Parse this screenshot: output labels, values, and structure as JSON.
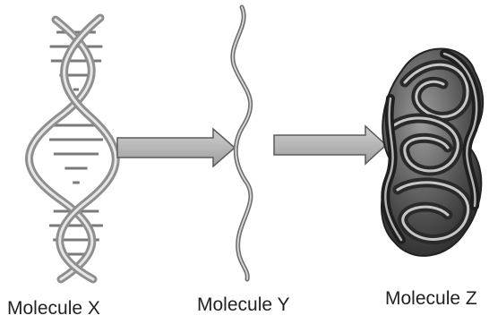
{
  "labels": {
    "molecule_x": "Molecule X",
    "molecule_y": "Molecule Y",
    "molecule_z": "Molecule Z"
  },
  "colors": {
    "arrow_fill": "#b5b5b5",
    "arrow_stroke": "#555555",
    "helix_strand": "#9a9a9a",
    "helix_rung": "#7a7a7a",
    "strand_y": "#8a8a8a",
    "folded_dark": "#3a3a3a",
    "folded_light": "#bdbdbd"
  },
  "icons": {
    "molecule_x": "double-helix-icon",
    "molecule_y": "single-strand-icon",
    "molecule_z": "folded-molecule-icon",
    "arrows": "right-arrow-icon"
  }
}
